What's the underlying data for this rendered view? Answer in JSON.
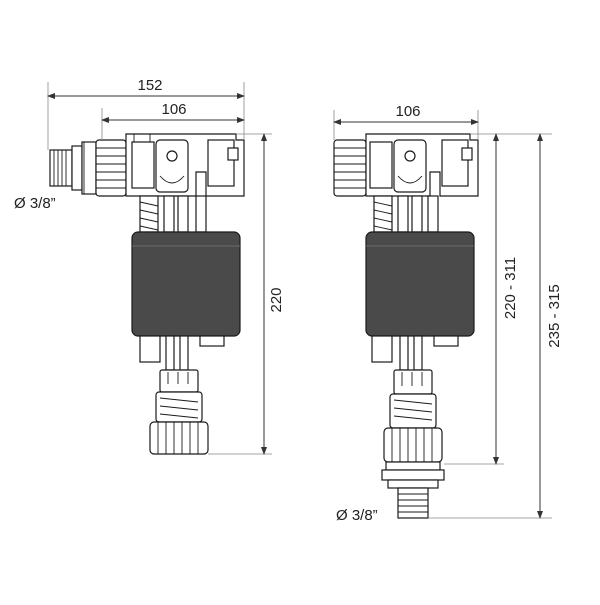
{
  "left_valve": {
    "overall_width": "152",
    "body_width": "106",
    "height": "220",
    "inlet_diameter": "Ø 3/8”"
  },
  "right_valve": {
    "body_width": "106",
    "adjustable_height": "220 - 311",
    "overall_height": "235 - 315",
    "inlet_diameter": "Ø 3/8”"
  },
  "colors": {
    "body_fill": "#4a4a4a",
    "line": "#1a1a1a",
    "dimension_line": "#333333"
  }
}
